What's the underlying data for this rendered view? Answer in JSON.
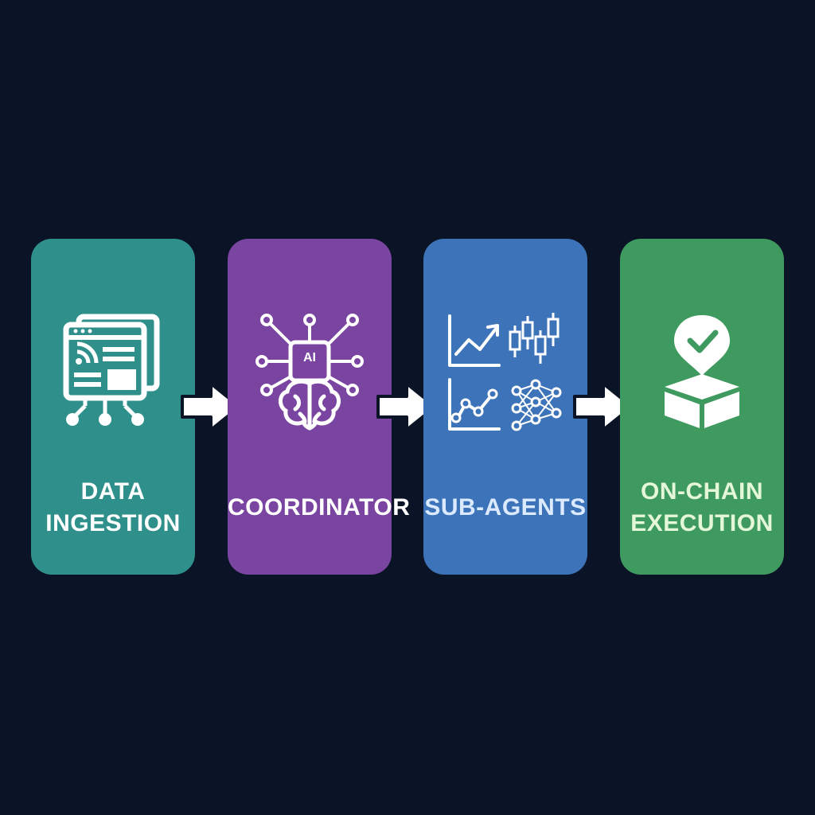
{
  "steps": [
    {
      "id": "data-ingestion",
      "label_lines": [
        "DATA",
        "INGESTION"
      ],
      "icon": "news-feed-icon",
      "color": "#2f8f8b",
      "text_color": "#ffffff"
    },
    {
      "id": "coordinator",
      "label_lines": [
        "COORDINATOR"
      ],
      "icon": "ai-brain-icon",
      "icon_badge": "AI",
      "color": "#7a44a1",
      "text_color": "#ffffff"
    },
    {
      "id": "sub-agents",
      "label_lines": [
        "SUB-AGENTS"
      ],
      "icon": "analytics-grid-icon",
      "color": "#3d73b8",
      "text_color": "#dbeaff"
    },
    {
      "id": "on-chain-execution",
      "label_lines": [
        "ON-CHAIN",
        "EXECUTION"
      ],
      "icon": "checkmark-box-icon",
      "color": "#3f9a5f",
      "text_color": "#e4f7d8"
    }
  ],
  "arrows": [
    "arrow-right-icon",
    "arrow-right-icon",
    "arrow-right-icon"
  ],
  "colors": {
    "background": "#0b1426",
    "arrow_fill": "#ffffff",
    "arrow_outline": "#0b1426"
  }
}
